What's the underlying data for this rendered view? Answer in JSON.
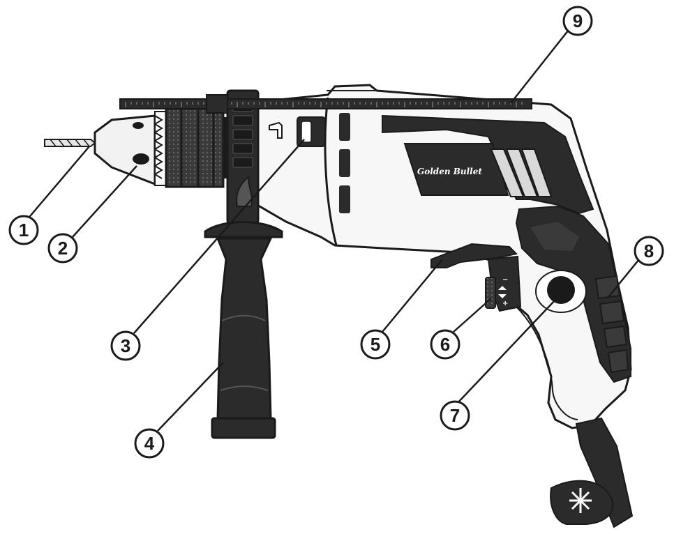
{
  "brand": "Golden Bullet",
  "speed_dial_symbols": {
    "minus": "−",
    "plus": "+"
  },
  "colors": {
    "body": "#f7f7f7",
    "dark": "#2b2b2b",
    "outline": "#1a1a1a",
    "grip": "#3a3a3a",
    "highlight": "#d9d9d9"
  },
  "callouts": [
    {
      "id": "1",
      "label": "1"
    },
    {
      "id": "2",
      "label": "2"
    },
    {
      "id": "3",
      "label": "3"
    },
    {
      "id": "4",
      "label": "4"
    },
    {
      "id": "5",
      "label": "5"
    },
    {
      "id": "6",
      "label": "6"
    },
    {
      "id": "7",
      "label": "7"
    },
    {
      "id": "8",
      "label": "8"
    },
    {
      "id": "9",
      "label": "9"
    }
  ]
}
